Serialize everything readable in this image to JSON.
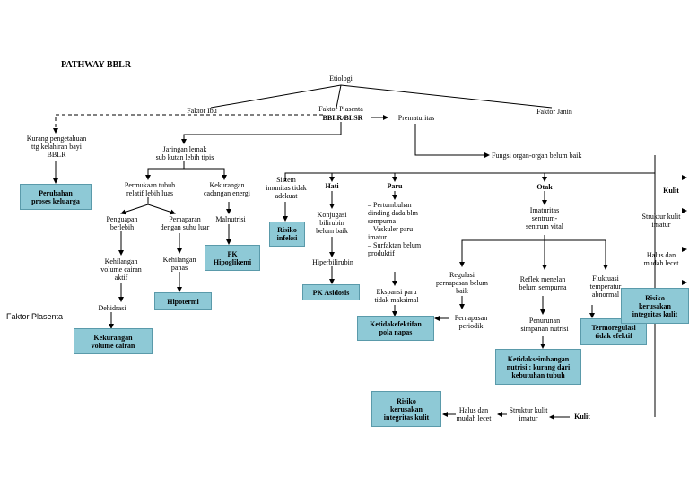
{
  "title": "PATHWAY BBLR",
  "side_label": "Faktor Plasenta",
  "nodes": {
    "etiologi": "Etiologi",
    "faktor_ibu": "Faktor Ibu",
    "faktor_plasenta": "Faktor  Plasenta",
    "faktor_janin": "Faktor Janin",
    "bblr": "BBLR/BLSR",
    "prematuritas": "Prematuritas",
    "kurang_pengetahuan": "Kurang pengetahuan\nttg kelahiran bayi\nBBLR",
    "jaringan_lemak": "Jaringan lemak\nsub kutan lebih tipis",
    "fungsi_organ": "Fungsi organ-organ belum baik",
    "permukaan_tubuh": "Permukaan tubuh\nrelatif lebih luas",
    "kekurangan_cadangan": "Kekurangan\ncadangan energi",
    "penguapan": "Penguapan\nberlebih",
    "pemaparan": "Pemaparan\ndengan suhu luar",
    "malnutrisi": "Malnutrisi",
    "kehilangan_volume": "Kehilangan\nvolume cairan\naktif",
    "kehilangan_panas": "Kehilangan\npanas",
    "dehidrasi": "Dehidrasi",
    "sistem_imunitas": "Sistem\nimunitas tidak\nadekuat",
    "hati": "Hati",
    "paru": "Paru",
    "otak": "Otak",
    "kulit_top": "Kulit",
    "konjugasi": "Konjugasi\nbilirubin\nbelum baik",
    "hiperbilirubin": "Hiperbilirubin",
    "paru_list": "– Pertumbuhan\n   dinding dada blm\n   sempurna\n– Vaskuler paru\n   imatur\n– Surfaktan belum\n   produktif",
    "ekspansi": "Ekspansi paru\ntidak maksimal",
    "pernapasan": "Pernapasan\nperiodik",
    "imaturitas": "Imaturitas\nsentrum-\nsentrum vital",
    "regulasi": "Regulasi\npernapasan belum\nbaik",
    "reflek": "Reflek menelan\nbelum sempurna",
    "fluktuasi": "Fluktuasi\ntemperatur\nabnormal",
    "penurunan": "Penurunan\nsimpanan nutrisi",
    "struktur_kulit_right": "Struktur kulit\nimatur",
    "halus_right": "Halus dan\nmudah lecet",
    "struktur_kulit_bottom": "Struktur kulit\nimatur",
    "halus_bottom": "Halus dan\nmudah lecet",
    "kulit_bottom": "Kulit"
  },
  "diagnoses": {
    "perubahan_keluarga": "Perubahan\nproses keluarga",
    "kekurangan_volume": "Kekurangan\nvolume cairan",
    "hipotermi": "Hipotermi",
    "pk_hipoglikemi": "PK\nHipoglikemi",
    "risiko_infeksi": "Risiko\ninfeksi",
    "pk_asidosis": "PK Asidosis",
    "ketidakefektifan": "Ketidakefektifan\npola napas",
    "ketidakseimbangan": "Ketidakseimbangan\nnutrisi : kurang dari\nkebutuhan tubuh",
    "termoregulasi": "Termoregulasi\ntidak efektif",
    "risiko_kerusakan_right": "Risiko\nkerusakan\nintegritas kulit",
    "risiko_kerusakan_bottom": "Risiko\nkerusakan\nintegritas kulit"
  },
  "colors": {
    "box_fill": "#8ec9d6",
    "box_border": "#5a9aaa",
    "line": "#000000"
  }
}
